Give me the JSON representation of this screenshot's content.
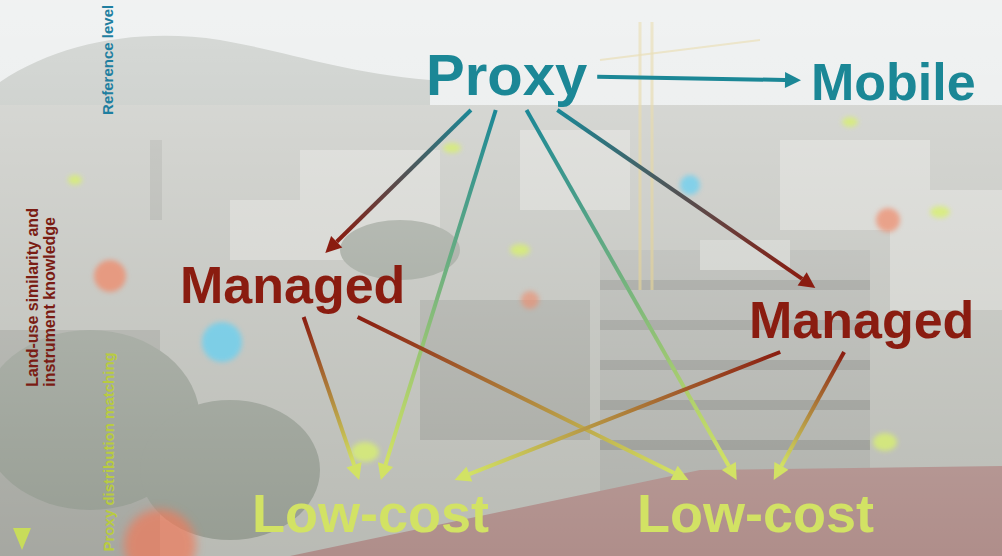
{
  "diagram": {
    "nodes": [
      {
        "text": [
          "Proxy"
        ]
      },
      {
        "text": [
          "Mobile"
        ]
      },
      {
        "text": [
          "Managed"
        ]
      },
      {
        "text": [
          "Managed"
        ]
      },
      {
        "text": [
          "Low-cost"
        ]
      },
      {
        "text": [
          "Low-cost"
        ]
      }
    ],
    "edges": [
      {
        "from": 0,
        "to": 1,
        "arrow": "to"
      },
      {
        "from": 0,
        "to": 2,
        "arrow": "to"
      },
      {
        "from": 0,
        "to": 4,
        "arrow": "to"
      },
      {
        "from": 0,
        "to": 5,
        "arrow": "to"
      },
      {
        "from": 0,
        "to": 3,
        "arrow": "to"
      },
      {
        "from": 2,
        "to": 4,
        "arrow": "to"
      },
      {
        "from": 2,
        "to": 5,
        "arrow": "to"
      },
      {
        "from": 3,
        "to": 4,
        "arrow": "to"
      },
      {
        "from": 3,
        "to": 5,
        "arrow": "to"
      }
    ],
    "labels": [
      "Reference level",
      "Land-use similarity and instrument knowledge",
      "Proxy distribution matching"
    ]
  }
}
